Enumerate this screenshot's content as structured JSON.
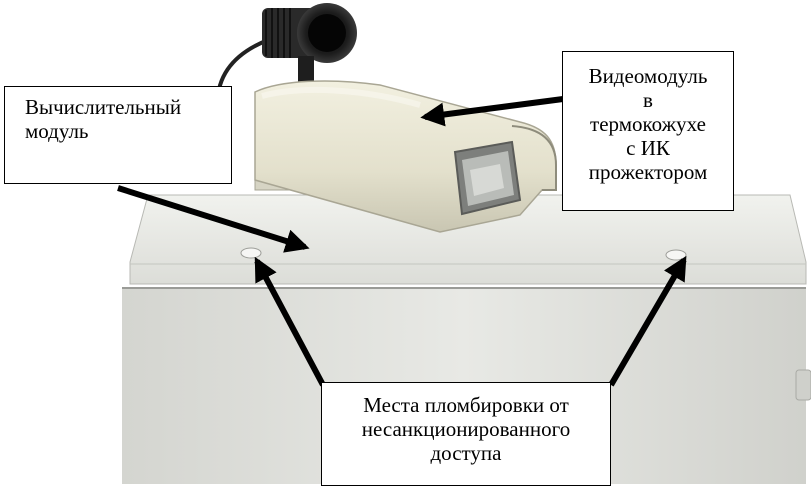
{
  "image": {
    "description_role": "photo",
    "colors": {
      "enclosure_body": "#e2e3de",
      "enclosure_lid": "#ebece8",
      "camera_housing": "#e6e4d2",
      "camera_lens": "#1a1a1a",
      "arrow": "#000000"
    }
  },
  "callouts": {
    "compute_module": "Вычислительный\nмодуль",
    "video_module": "Видеомодуль\nв\nтермокожухе\nс ИК\nпрожектором",
    "seal_locations": "Места пломбировки от\nнесанкционированного\nдоступа"
  }
}
